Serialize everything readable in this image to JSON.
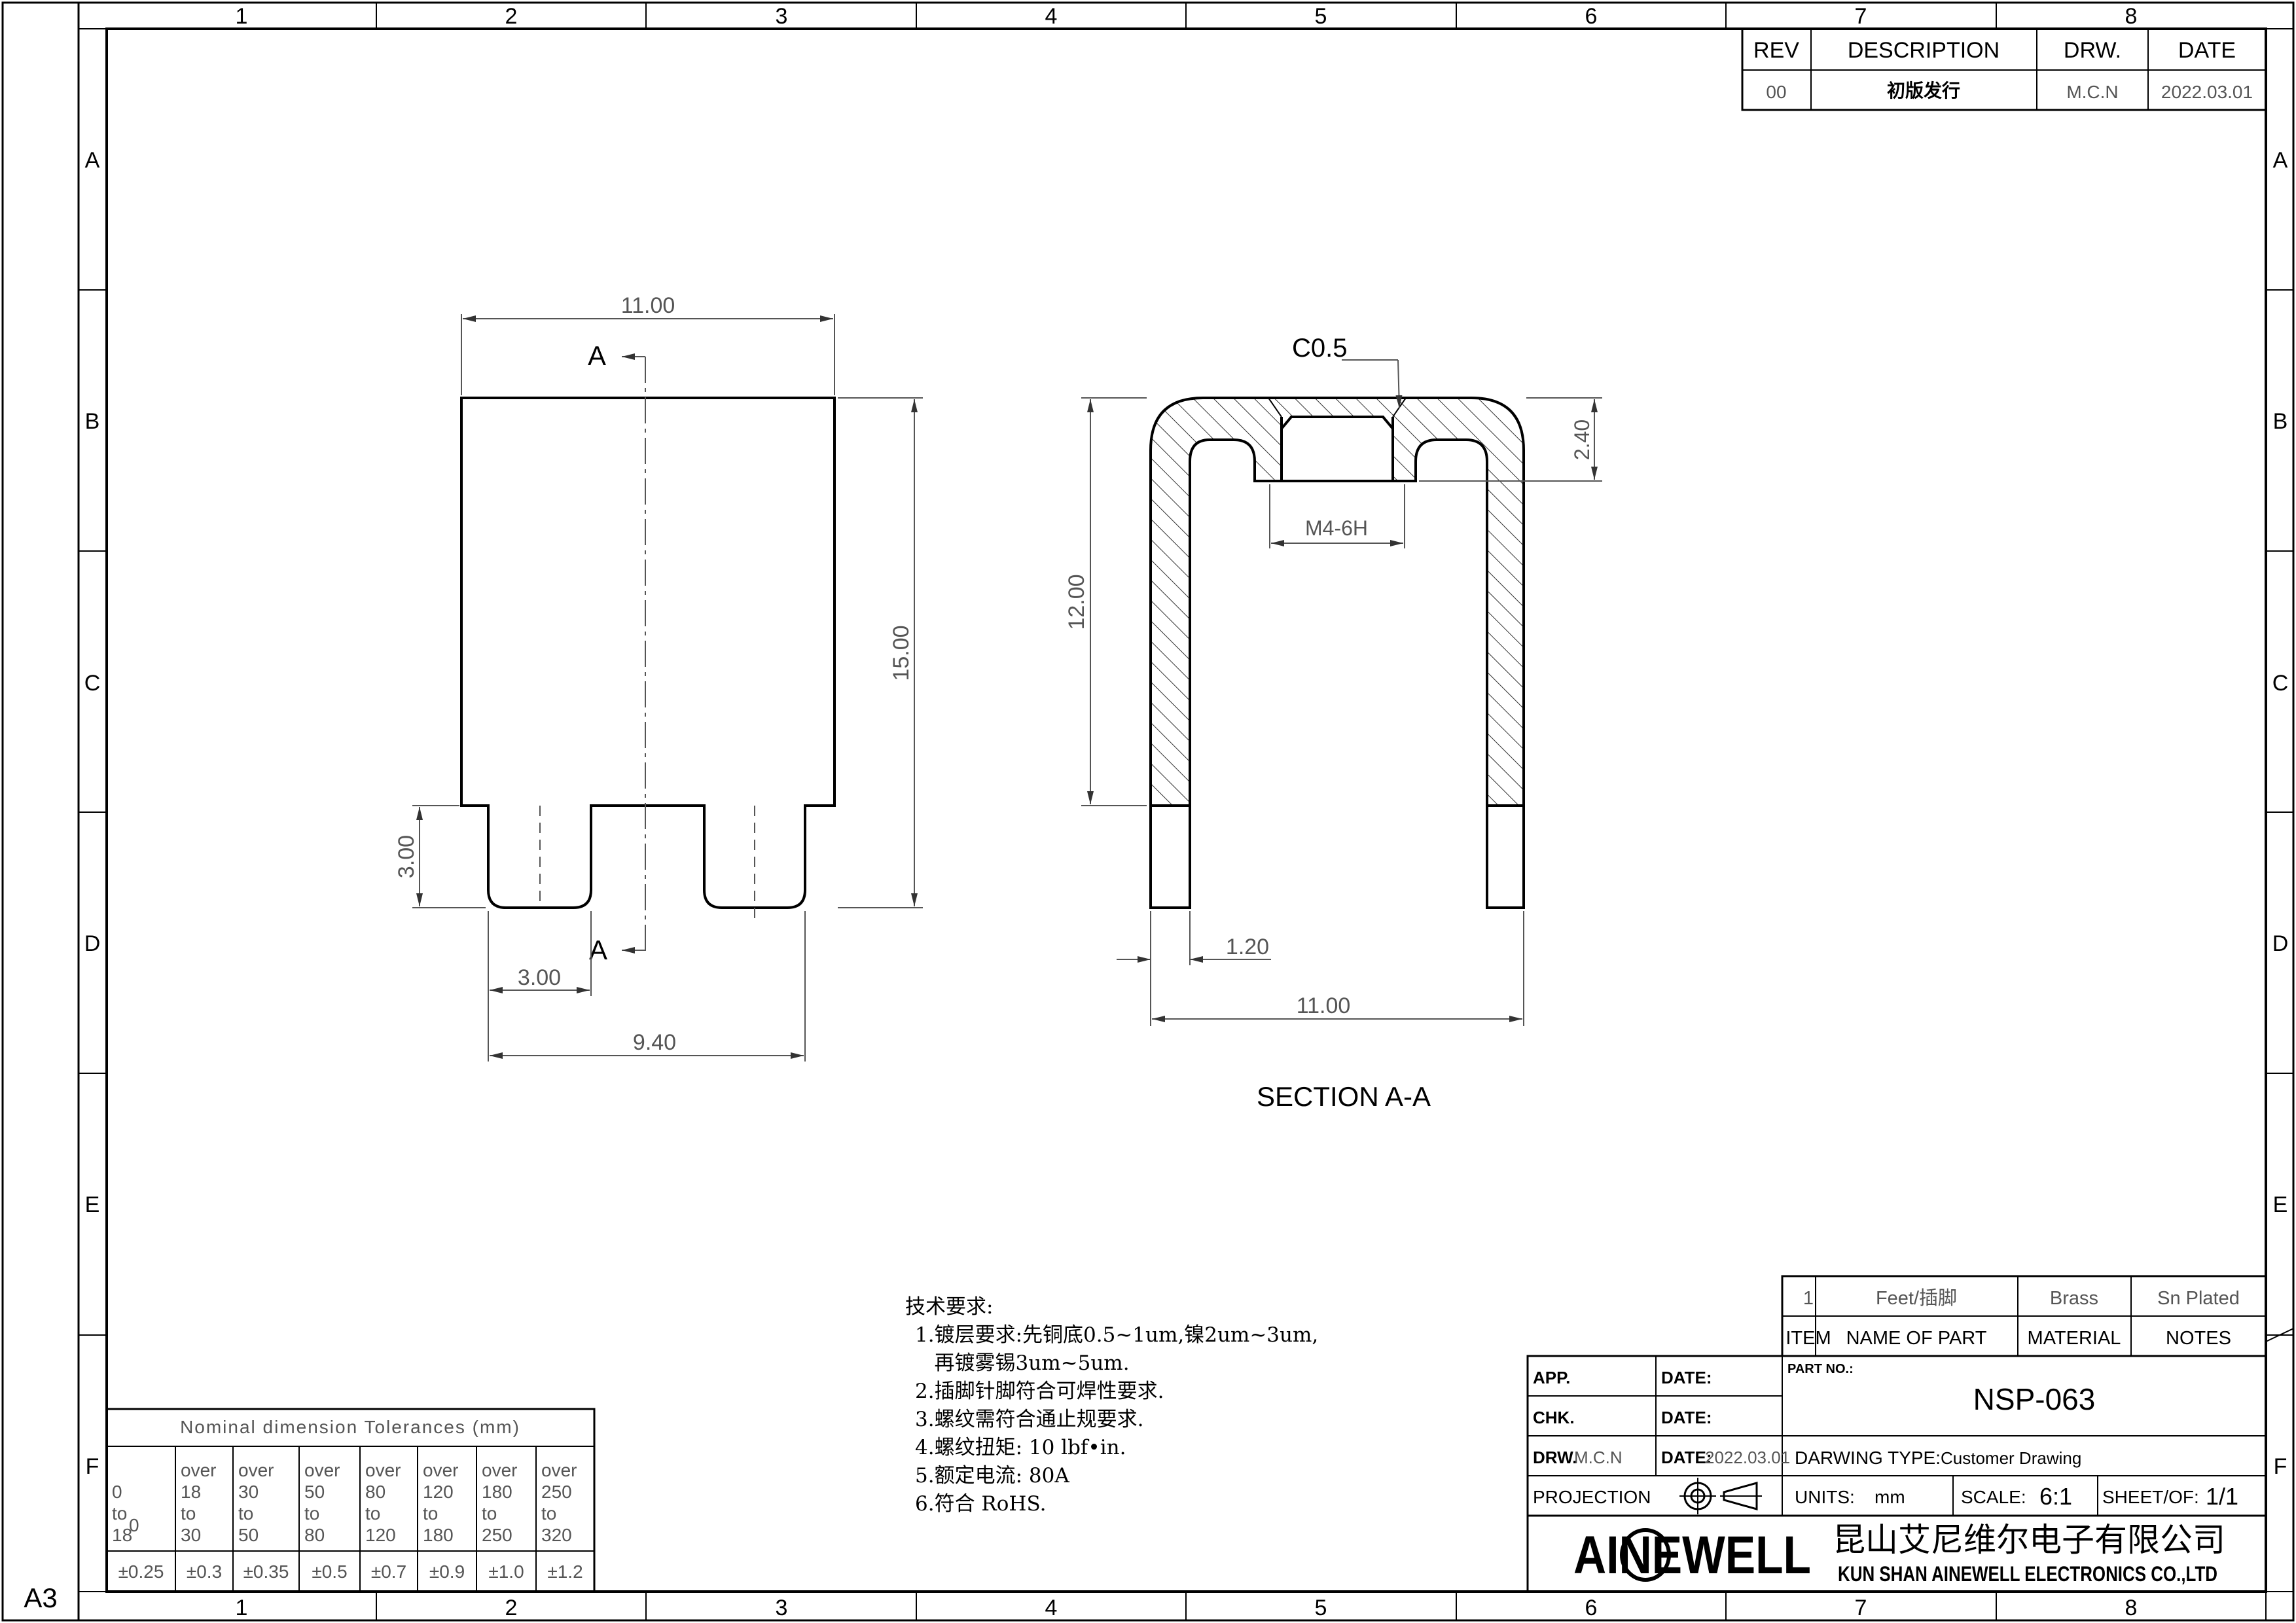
{
  "sheet_size": "A3",
  "zone_columns": [
    "1",
    "2",
    "3",
    "4",
    "5",
    "6",
    "7",
    "8"
  ],
  "zone_rows": [
    "A",
    "B",
    "C",
    "D",
    "E",
    "F"
  ],
  "revision_table": {
    "headers": [
      "REV",
      "DESCRIPTION",
      "DRW.",
      "DATE"
    ],
    "row": [
      "00",
      "初版发行",
      "M.C.N",
      "2022.03.01"
    ]
  },
  "front_view": {
    "width": "11.00",
    "height": "15.00",
    "leg_height": "3.00",
    "leg_width": "3.00",
    "leg_span": "9.40",
    "section_label_top": "A",
    "section_label_bottom": "A"
  },
  "section_view": {
    "title": "SECTION A-A",
    "chamfer": "C0.5",
    "thread": "M4-6H",
    "thickness_top": "2.40",
    "height": "12.00",
    "wall": "1.20",
    "width": "11.00"
  },
  "notes": {
    "heading": "技术要求:",
    "lines": [
      "1.镀层要求:先铜底0.5~1um,镍2um~3um,",
      "   再镀雾锡3um~5um.",
      "2.插脚针脚符合可焊性要求.",
      "3.螺纹需符合通止规要求.",
      "4.螺纹扭矩: 10 lbf•in.",
      "5.额定电流: 80A",
      "6.符合 RoHS."
    ]
  },
  "tolerances": {
    "title": "Nominal dimension Tolerances (mm)",
    "ranges": [
      [
        "0",
        "to",
        "18"
      ],
      [
        "over",
        "18",
        "to",
        "30"
      ],
      [
        "over",
        "30",
        "to",
        "50"
      ],
      [
        "over",
        "50",
        "to",
        "80"
      ],
      [
        "over",
        "80",
        "to",
        "120"
      ],
      [
        "over",
        "120",
        "to",
        "180"
      ],
      [
        "over",
        "180",
        "to",
        "250"
      ],
      [
        "over",
        "250",
        "to",
        "320"
      ]
    ],
    "values": [
      "±0.25",
      "±0.3",
      "±0.35",
      "±0.5",
      "±0.7",
      "±0.9",
      "±1.0",
      "±1.2"
    ]
  },
  "bom": {
    "row": [
      "1",
      "Feet/插脚",
      "Brass",
      "Sn Plated"
    ],
    "headers": [
      "ITEM",
      "NAME OF PART",
      "MATERIAL",
      "NOTES"
    ]
  },
  "title_block": {
    "app_label": "APP.",
    "date_label": "DATE:",
    "chk_label": "CHK.",
    "drw_label": "DRW.",
    "drw_value": "M.C.N",
    "drw_date": "2022.03.01",
    "projection_label": "PROJECTION",
    "part_no_label": "PART NO.:",
    "part_no": "NSP-063",
    "drawing_type_label": "DARWING TYPE:",
    "drawing_type": "Customer Drawing",
    "units_label": "UNITS:",
    "units": "mm",
    "scale_label": "SCALE:",
    "scale": "6:1",
    "sheet_label": "SHEET/OF:",
    "sheet": "1/1",
    "logo_text": "AINEWELL",
    "company_cn": "昆山艾尼维尔电子有限公司",
    "company_en": "KUN SHAN AINEWELL ELECTRONICS CO.,LTD"
  }
}
